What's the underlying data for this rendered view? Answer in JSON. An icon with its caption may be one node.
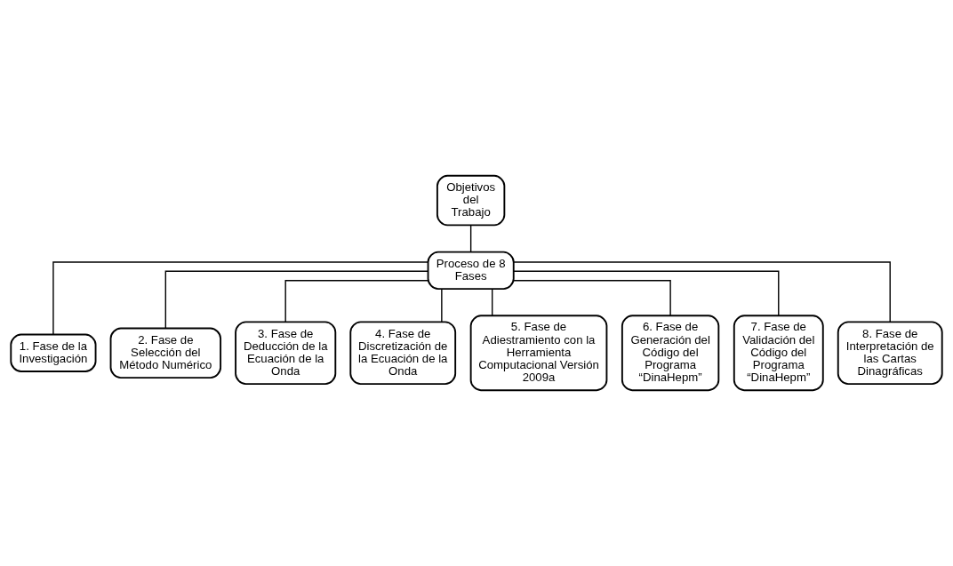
{
  "diagram": {
    "nodes": [
      {
        "text": [
          "Objetivos del Trabajo"
        ]
      },
      {
        "text": [
          "Proceso de 8 Fases"
        ]
      },
      {
        "text": [
          "1. Fase de la Investigación"
        ]
      },
      {
        "text": [
          "2. Fase de Selección del Método Numérico"
        ]
      },
      {
        "text": [
          "3. Fase de Deducción de la Ecuación de la Onda"
        ]
      },
      {
        "text": [
          "4. Fase de Discretización de la Ecuación de la Onda"
        ]
      },
      {
        "text": [
          "5. Fase de Adiestramiento con la Herramienta Computacional Versión 2009a"
        ]
      },
      {
        "text": [
          "6. Fase de Generación del Código del Programa “DinaHepm”"
        ]
      },
      {
        "text": [
          "7. Fase de Validación del Código del Programa “DinaHepm”"
        ]
      },
      {
        "text": [
          "8. Fase de Interpretación de las Cartas Dinagráficas"
        ]
      }
    ],
    "edges": [
      {
        "from": 0,
        "to": 1,
        "arrow": "none"
      },
      {
        "from": 1,
        "to": 2,
        "arrow": "none"
      },
      {
        "from": 1,
        "to": 3,
        "arrow": "none"
      },
      {
        "from": 1,
        "to": 4,
        "arrow": "none"
      },
      {
        "from": 1,
        "to": 5,
        "arrow": "none"
      },
      {
        "from": 1,
        "to": 6,
        "arrow": "none"
      },
      {
        "from": 1,
        "to": 7,
        "arrow": "none"
      },
      {
        "from": 1,
        "to": 8,
        "arrow": "none"
      },
      {
        "from": 1,
        "to": 9,
        "arrow": "none"
      }
    ]
  }
}
